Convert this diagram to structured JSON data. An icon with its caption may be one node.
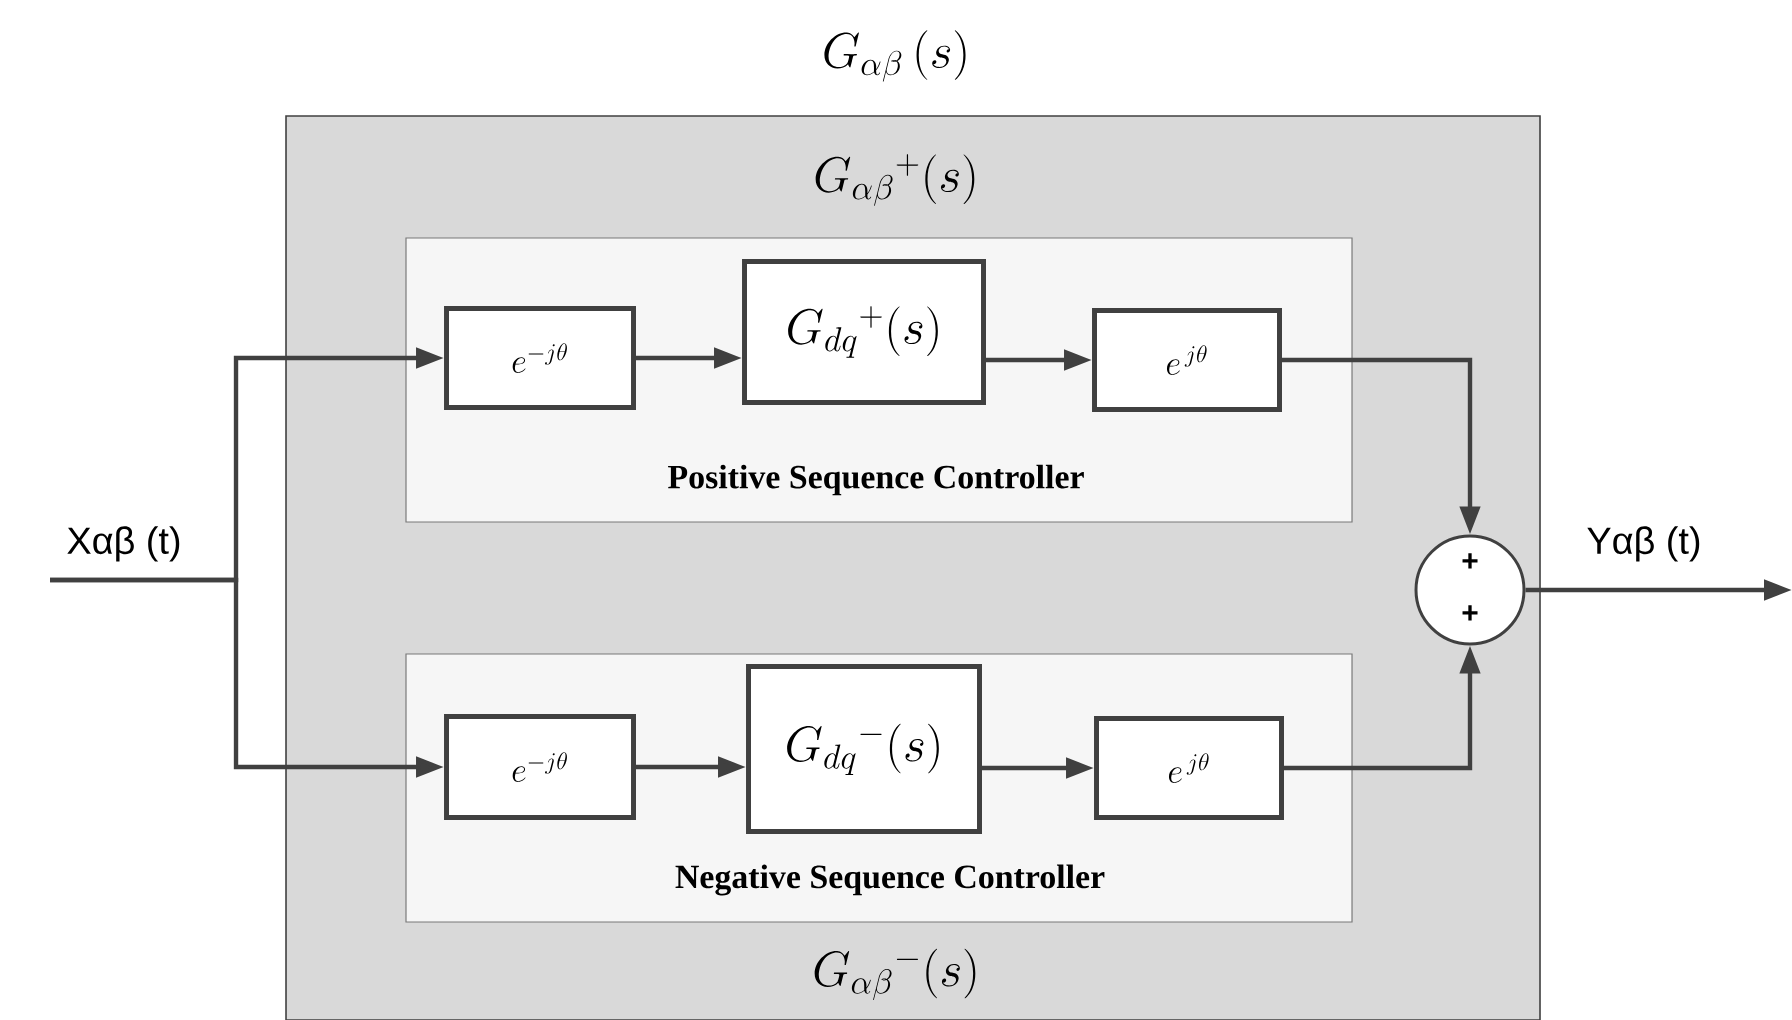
{
  "diagram": {
    "nodes": [
      {
        "text": [
          "G_{\\alpha\\beta}\\,(s)"
        ]
      },
      {
        "text": [
          "G_{\\alpha\\beta}{}^{+}(s)",
          "Positive Sequence Controller"
        ],
        "in": 0
      },
      {
        "text": [
          "e^{-j\\theta}"
        ],
        "in": 1
      },
      {
        "text": [
          "G_{dq}{}^{+}(s)"
        ],
        "in": 1
      },
      {
        "text": [
          "e^{\\,j\\theta}"
        ],
        "in": 1
      },
      {
        "text": [
          "Negative Sequence Controller",
          "G_{\\alpha\\beta}{}^{-}(s)"
        ],
        "in": 0
      },
      {
        "text": [
          "e^{-j\\theta}"
        ],
        "in": 5
      },
      {
        "text": [
          "G_{dq}{}^{-}(s)"
        ],
        "in": 5
      },
      {
        "text": [
          "e^{\\,j\\theta}"
        ],
        "in": 5
      },
      {
        "text": [
          "+",
          "+"
        ],
        "in": 0
      }
    ],
    "edges": [
      {
        "from": null,
        "to": 2,
        "arrow": "to"
      },
      {
        "from": null,
        "to": 6,
        "arrow": "to"
      },
      {
        "from": 2,
        "to": 3,
        "arrow": "to"
      },
      {
        "from": 3,
        "to": 4,
        "arrow": "to"
      },
      {
        "from": 6,
        "to": 7,
        "arrow": "to"
      },
      {
        "from": 7,
        "to": 8,
        "arrow": "to"
      },
      {
        "from": 4,
        "to": 9,
        "arrow": "to"
      },
      {
        "from": 8,
        "to": 9,
        "arrow": "to"
      },
      {
        "from": 9,
        "to": null,
        "arrow": "to"
      }
    ],
    "labels": [
      "Xαβ (t)",
      "Yαβ (t)"
    ]
  }
}
